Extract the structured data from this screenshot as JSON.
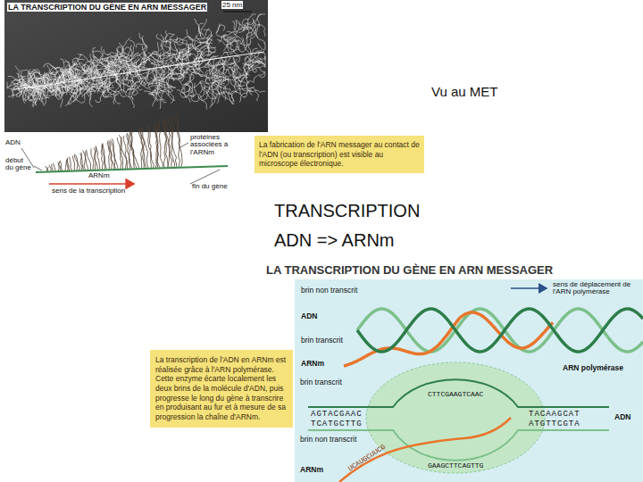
{
  "diagram": {
    "title": "LA TRANSCRIPTION DU GÈNE EN ARN MESSAGER",
    "nodes": [
      {
        "text": [
          "La fabrication de l'ARN messager au contact de l'ADN (ou transcription) est visible au microscope électronique."
        ]
      },
      {
        "text": [
          "La transcription de l'ADN en ARNm est réalisée grâce à l'ARN polymérase. Cette enzyme écarte localement les deux brins de la molécule d'ADN, puis progresse le long du gène à transcrire en produisant au fur et à mesure de sa progression la chaîne d'ARNm."
        ]
      }
    ],
    "labels": [
      "25 nm",
      "ADN",
      "début du gène",
      "ARNm",
      "sens de la transcription",
      "protéines associées à l'ARNm",
      "fin du gène",
      "Vu au MET",
      "TRANSCRIPTION",
      "ADN => ARNm",
      "LA TRANSCRIPTION DU GÈNE EN ARN MESSAGER",
      "brin non transcrit",
      "ADN",
      "brin transcrit",
      "ARNm",
      "sens de déplacement de l'ARN polymérase",
      "ARN polymérase",
      "brin transcrit",
      "brin non transcrit",
      "ARNm",
      "ADN",
      "AGTACGAAC",
      "TCATGCTTG",
      "TACAAGCAT",
      "ATGTTCGTA",
      "CTTCGAAGTCAAC",
      "GAAGCTTCAGTTG",
      "UCAUGCUUCG"
    ]
  }
}
